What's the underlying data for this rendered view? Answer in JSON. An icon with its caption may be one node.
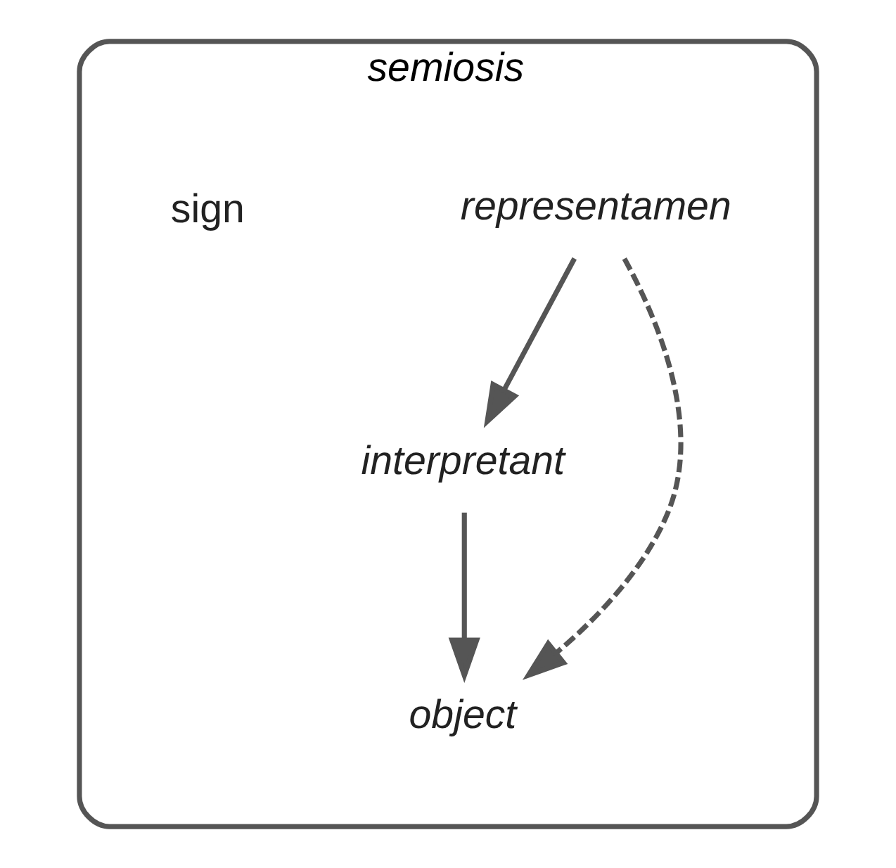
{
  "diagram": {
    "nodes": [
      {
        "text": [
          "semiosis"
        ]
      },
      {
        "text": [
          "interpretant"
        ],
        "in": 0
      },
      {
        "text": [
          "representamen"
        ],
        "in": 0
      },
      {
        "text": [
          "object"
        ],
        "in": 0
      }
    ],
    "edges": [
      {
        "from": 2,
        "to": 1,
        "arrow": "to"
      },
      {
        "from": 1,
        "to": 3,
        "arrow": "to"
      },
      {
        "from": 2,
        "to": 3,
        "arrow": "to",
        "style": "dashed"
      }
    ],
    "labels": [
      "sign"
    ]
  }
}
